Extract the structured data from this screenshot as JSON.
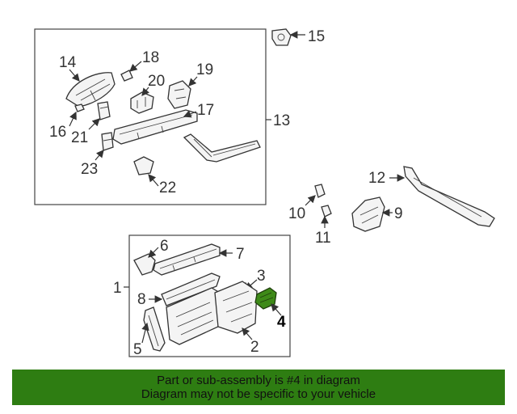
{
  "diagram": {
    "highlight_color": "#3e8a18",
    "callouts": {
      "c1": "1",
      "c2": "2",
      "c3": "3",
      "c4": "4",
      "c5": "5",
      "c6": "6",
      "c7": "7",
      "c8": "8",
      "c9": "9",
      "c10": "10",
      "c11": "11",
      "c12": "12",
      "c13": "13",
      "c14": "14",
      "c15": "15",
      "c16": "16",
      "c17": "17",
      "c18": "18",
      "c19": "19",
      "c20": "20",
      "c21": "21",
      "c22": "22",
      "c23": "23"
    }
  },
  "footer": {
    "line1": "Part or sub-assembly is #4 in diagram",
    "line2": "Diagram may not be specific to your vehicle",
    "background": "#2e7d12"
  }
}
